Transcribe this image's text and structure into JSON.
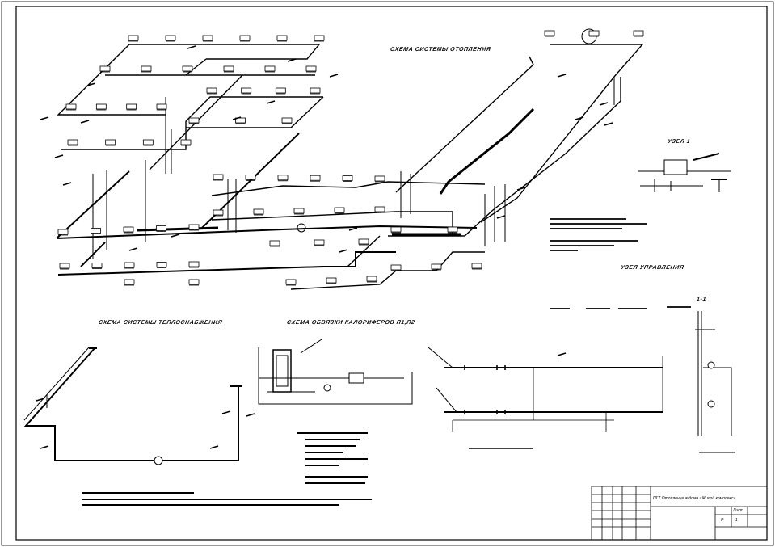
{
  "titles": {
    "heating": "СХЕМА СИСТЕМЫ ОТОПЛЕНИЯ",
    "unit1": "УЗЕЛ 1",
    "control": "УЗЕЛ УПРАВЛЕНИЯ",
    "heat_supply": "СХЕМА СИСТЕМЫ ТЕПЛОСНАБЖЕНИЯ",
    "calorifier": "СХЕМА ОБВЯЗКИ КАЛОРИФЕРОВ П1,П2",
    "section": "1-1"
  },
  "title_block": {
    "header": "ПГТ Отопление ж/дома «Жилой комплекс»",
    "sheet_label": "Лист",
    "sheet_number": "1",
    "stage": "Р"
  },
  "colors": {
    "line": "#000000",
    "background": "#ffffff"
  }
}
